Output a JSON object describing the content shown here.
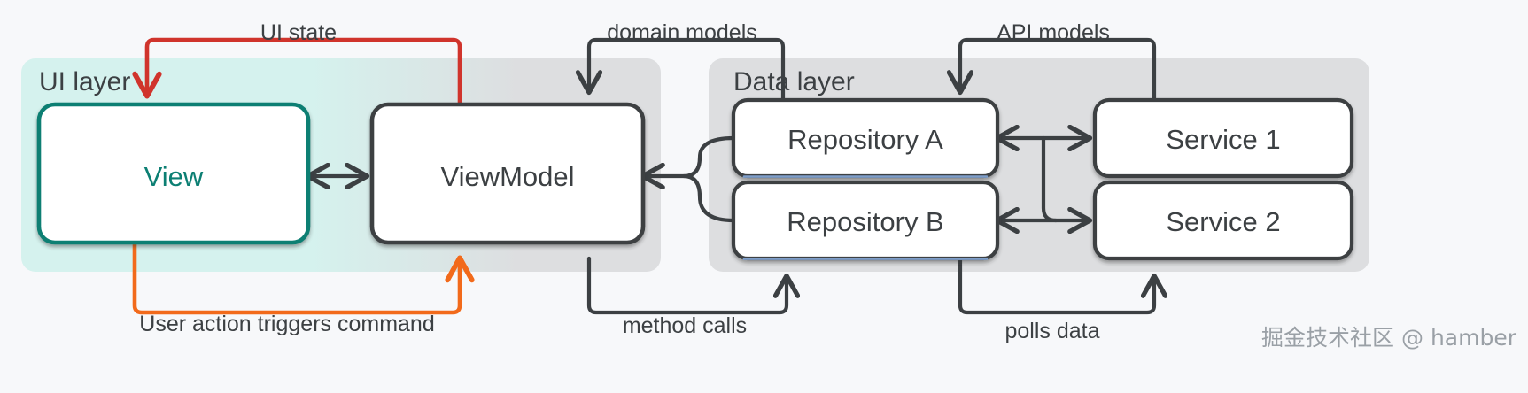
{
  "diagram": {
    "title": "MVVM layered architecture",
    "background_color": "#f7f8fa",
    "layers": [
      {
        "id": "ui-layer",
        "label": "UI layer",
        "fill_start": "#d5f2ee",
        "fill_end": "#dddee0"
      },
      {
        "id": "data-layer",
        "label": "Data layer",
        "fill": "#dddee0"
      }
    ],
    "nodes": [
      {
        "id": "view",
        "label": "View",
        "border_color": "#0c7f73",
        "text_color": "#0c7f73",
        "fill": "#ffffff"
      },
      {
        "id": "viewmodel",
        "label": "ViewModel",
        "border_color": "#3c4043",
        "text_color": "#3c4043",
        "fill": "#ffffff"
      },
      {
        "id": "repository-a",
        "label": "Repository A",
        "border_color": "#3c4043",
        "text_color": "#3c4043",
        "fill": "#ffffff"
      },
      {
        "id": "repository-b",
        "label": "Repository B",
        "border_color": "#3c4043",
        "text_color": "#3c4043",
        "fill": "#ffffff"
      },
      {
        "id": "service-1",
        "label": "Service  1",
        "border_color": "#3c4043",
        "text_color": "#3c4043",
        "fill": "#ffffff"
      },
      {
        "id": "service-2",
        "label": "Service 2",
        "border_color": "#3c4043",
        "text_color": "#3c4043",
        "fill": "#ffffff"
      }
    ],
    "edges": [
      {
        "id": "ui-state",
        "label": "UI state",
        "from": "viewmodel",
        "to": "view",
        "color": "#d0342c"
      },
      {
        "id": "user-action",
        "label": "User action triggers command",
        "from": "view",
        "to": "viewmodel",
        "color": "#f26a1b"
      },
      {
        "id": "domain-models",
        "label": "domain models",
        "from": "repositories",
        "to": "viewmodel",
        "color": "#3c4043"
      },
      {
        "id": "method-calls",
        "label": "method calls",
        "from": "viewmodel",
        "to": "repositories",
        "color": "#3c4043"
      },
      {
        "id": "api-models",
        "label": "API models",
        "from": "services",
        "to": "repositories",
        "color": "#3c4043"
      },
      {
        "id": "polls-data",
        "label": "polls data",
        "from": "repositories",
        "to": "services",
        "color": "#3c4043"
      },
      {
        "id": "view-viewmodel-link",
        "label": "",
        "from": "view",
        "to": "viewmodel",
        "color": "#3c4043"
      }
    ],
    "watermark": "掘金技术社区 @ hamber"
  }
}
